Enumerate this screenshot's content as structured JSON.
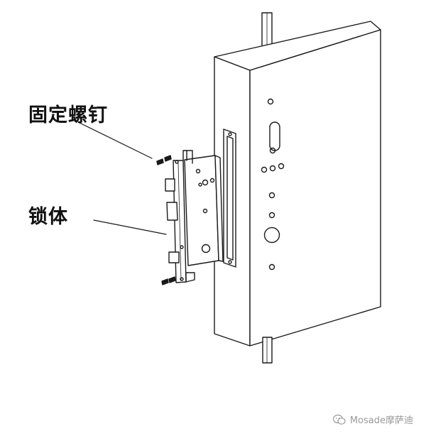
{
  "labels": {
    "fixing_screws": "固定螺钉",
    "lock_body": "锁体"
  },
  "watermark": {
    "text": "Mosade摩萨迪"
  },
  "colors": {
    "line": "#1a1a1a",
    "door_front": "#ffffff",
    "door_side": "#ffffff",
    "watermark": "#9a9a9a"
  }
}
